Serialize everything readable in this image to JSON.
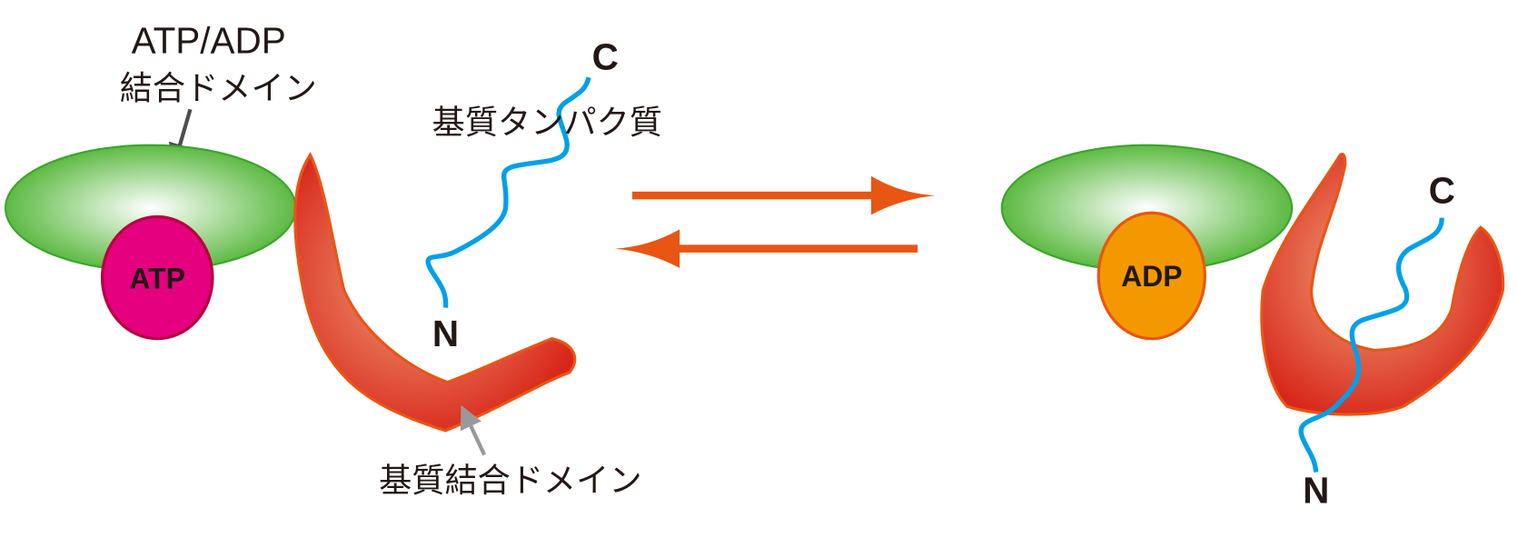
{
  "labels": {
    "atp_adp_domain_line1": "ATP/ADP",
    "atp_adp_domain_line2": "結合ドメイン",
    "substrate_protein": "基質タンパク質",
    "substrate_binding_domain": "基質結合ドメイン",
    "atp": "ATP",
    "adp": "ADP",
    "c_terminus_left": "C",
    "n_terminus_left": "N",
    "c_terminus_right": "C",
    "n_terminus_right": "N"
  },
  "colors": {
    "green_domain": "#4db330",
    "atp": "#e4007f",
    "adp": "#f39800",
    "substrate_domain": "#e0471c",
    "strand": "#00a0e9",
    "arrow": "#e95513"
  }
}
